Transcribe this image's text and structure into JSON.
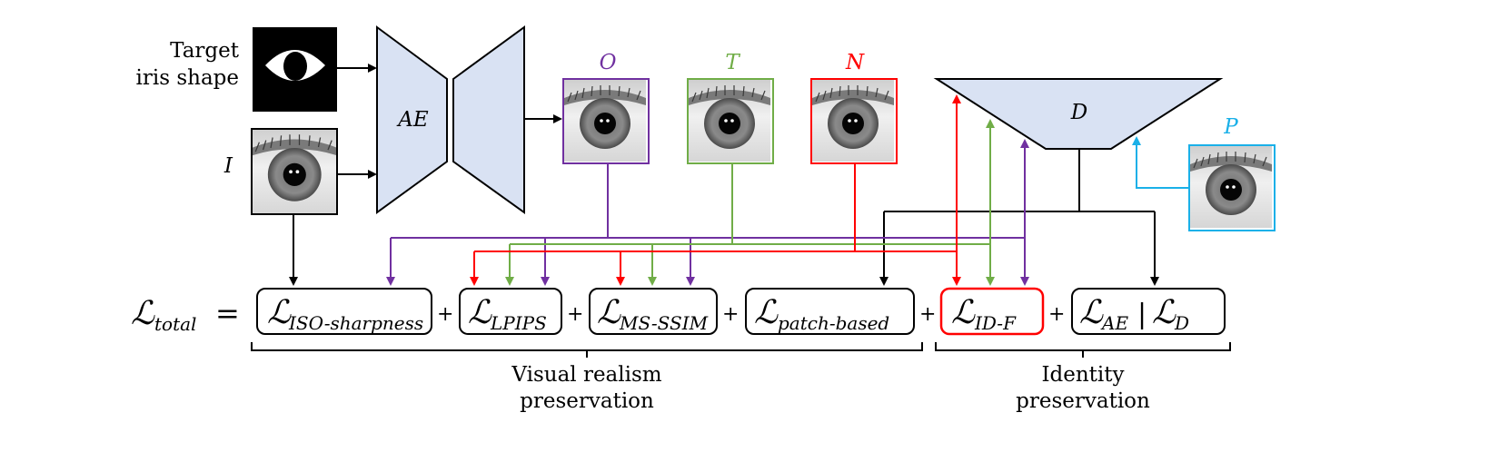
{
  "inputs": {
    "target_label_line1": "Target",
    "target_label_line2": "iris shape",
    "input_label": "I"
  },
  "autoencoder": {
    "label": "AE"
  },
  "images": {
    "output_label": "O",
    "target_label": "T",
    "negative_label": "N",
    "positive_label": "P"
  },
  "discriminator": {
    "label": "D"
  },
  "equation": {
    "lhs_symbol": "ℒ",
    "lhs_subscript": "total",
    "equals": "=",
    "plus": "+",
    "terms": [
      {
        "symbol": "ℒ",
        "subscript": "ISO-sharpness"
      },
      {
        "symbol": "ℒ",
        "subscript": "LPIPS"
      },
      {
        "symbol": "ℒ",
        "subscript": "MS-SSIM"
      },
      {
        "symbol": "ℒ",
        "subscript": "patch-based"
      },
      {
        "symbol": "ℒ",
        "subscript": "ID-F"
      },
      {
        "symbol": "ℒ",
        "subscript": "AE",
        "symbol2": "ℒ",
        "subscript2": "D",
        "separator": "|"
      }
    ]
  },
  "groups": {
    "visual_line1": "Visual realism",
    "visual_line2": "preservation",
    "identity_line1": "Identity",
    "identity_line2": "preservation"
  },
  "colors": {
    "output": "#7030a0",
    "target": "#70ad47",
    "negative": "#ff0000",
    "positive": "#1ab0e8",
    "network_fill": "#d9e2f3",
    "lines": "#000000"
  }
}
